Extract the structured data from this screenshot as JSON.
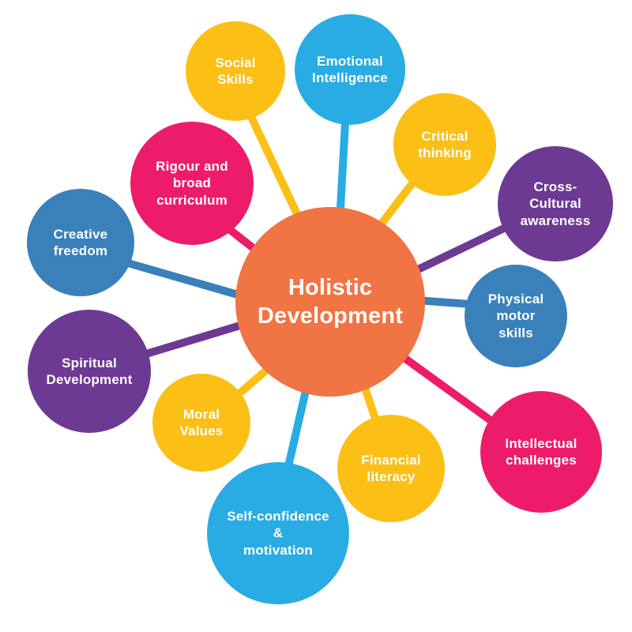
{
  "title": "Holistic Development",
  "colors": {
    "orange": "#F07444",
    "yellow": "#FBBF15",
    "cyan": "#29ACE3",
    "magenta": "#EC1C6A",
    "purple": "#6D3A93",
    "steel_blue": "#3A80BA"
  },
  "hub": {
    "label": "Holistic\nDevelopment",
    "color": "#F07444"
  },
  "nodes": [
    {
      "id": "social-skills",
      "label": "Social\nSkills",
      "color": "#FBBF15"
    },
    {
      "id": "emotional-intelligence",
      "label": "Emotional\nIntelligence",
      "color": "#29ACE3"
    },
    {
      "id": "critical-thinking",
      "label": "Critical\nthinking",
      "color": "#FBBF15"
    },
    {
      "id": "cross-cultural-awareness",
      "label": "Cross-\nCultural\nawareness",
      "color": "#6D3A93"
    },
    {
      "id": "physical-motor-skills",
      "label": "Physical\nmotor\nskills",
      "color": "#3A80BA"
    },
    {
      "id": "intellectual-challenges",
      "label": "Intellectual\nchallenges",
      "color": "#EC1C6A"
    },
    {
      "id": "financial-literacy",
      "label": "Financial\nliteracy",
      "color": "#FBBF15"
    },
    {
      "id": "self-confidence-motivation",
      "label": "Self-confidence\n&\nmotivation",
      "color": "#29ACE3"
    },
    {
      "id": "moral-values",
      "label": "Moral\nValues",
      "color": "#FBBF15"
    },
    {
      "id": "spiritual-development",
      "label": "Spiritual\nDevelopment",
      "color": "#6D3A93"
    },
    {
      "id": "creative-freedom",
      "label": "Creative\nfreedom",
      "color": "#3A80BA"
    },
    {
      "id": "rigour-broad-curriculum",
      "label": "Rigour and\nbroad\ncurriculum",
      "color": "#EC1C6A"
    }
  ]
}
